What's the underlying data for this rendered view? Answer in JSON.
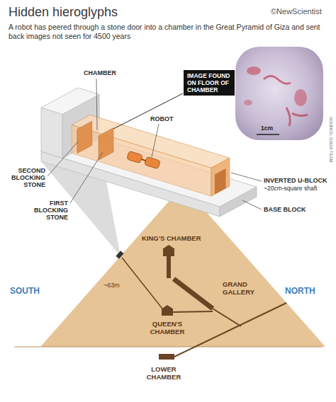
{
  "diagram": {
    "title": "Hidden hieroglyphs",
    "caption": "A robot has peered through a stone door into a chamber in the Great Pyramid of Giza and sent back images not seen for 4500 years",
    "nodes": [
      {
        "text": [
          "IMAGE FOUND ON FLOOR OF CHAMBER"
        ]
      }
    ],
    "labels": [
      "©NewScientist",
      "SOURCE: DJEDI TEAM",
      "CHAMBER",
      "ROBOT",
      "1cm",
      "SECOND BLOCKING STONE",
      "FIRST BLOCKING STONE",
      "INVERTED U-BLOCK",
      "~20cm-square shaft",
      "BASE BLOCK",
      "KING'S CHAMBER",
      "SOUTH",
      "~63m",
      "NORTH",
      "GRAND GALLERY",
      "QUEEN'S CHAMBER",
      "LOWER CHAMBER"
    ]
  }
}
